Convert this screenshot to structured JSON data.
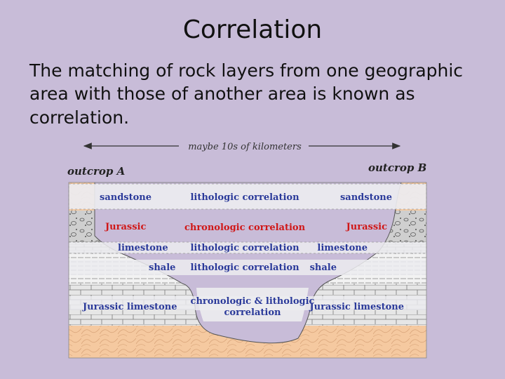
{
  "slide": {
    "title": "Correlation",
    "body": "The matching of rock layers from one geographic area with those of another area is known as correlation."
  },
  "diagram": {
    "scale_label": "maybe 10s of kilometers",
    "outcrop_a": "outcrop A",
    "outcrop_b": "outcrop B",
    "layers": {
      "sandstone_left": "sandstone",
      "sandstone_center": "lithologic correlation",
      "sandstone_right": "sandstone",
      "jurassic_left": "Jurassic",
      "jurassic_center": "chronologic correlation",
      "jurassic_right": "Jurassic",
      "limestone_left": "limestone",
      "limestone_center": "lithologic correlation",
      "limestone_right": "limestone",
      "shale_left": "shale",
      "shale_center": "lithologic correlation",
      "shale_right": "shale",
      "jlimestone_left": "Jurassic limestone",
      "jlimestone_center_1": "chronologic & lithologic",
      "jlimestone_center_2": "correlation",
      "jlimestone_right": "Jurassic limestone"
    },
    "colors": {
      "sandstone": "#f5c9a0",
      "conglomerate": "#c8c8c8",
      "limestone": "#e0e0e0",
      "shale": "#f0f0f0",
      "sandstone_label": "#2b3a9a",
      "jurassic_label": "#d01818",
      "band": "#ececf0"
    }
  }
}
